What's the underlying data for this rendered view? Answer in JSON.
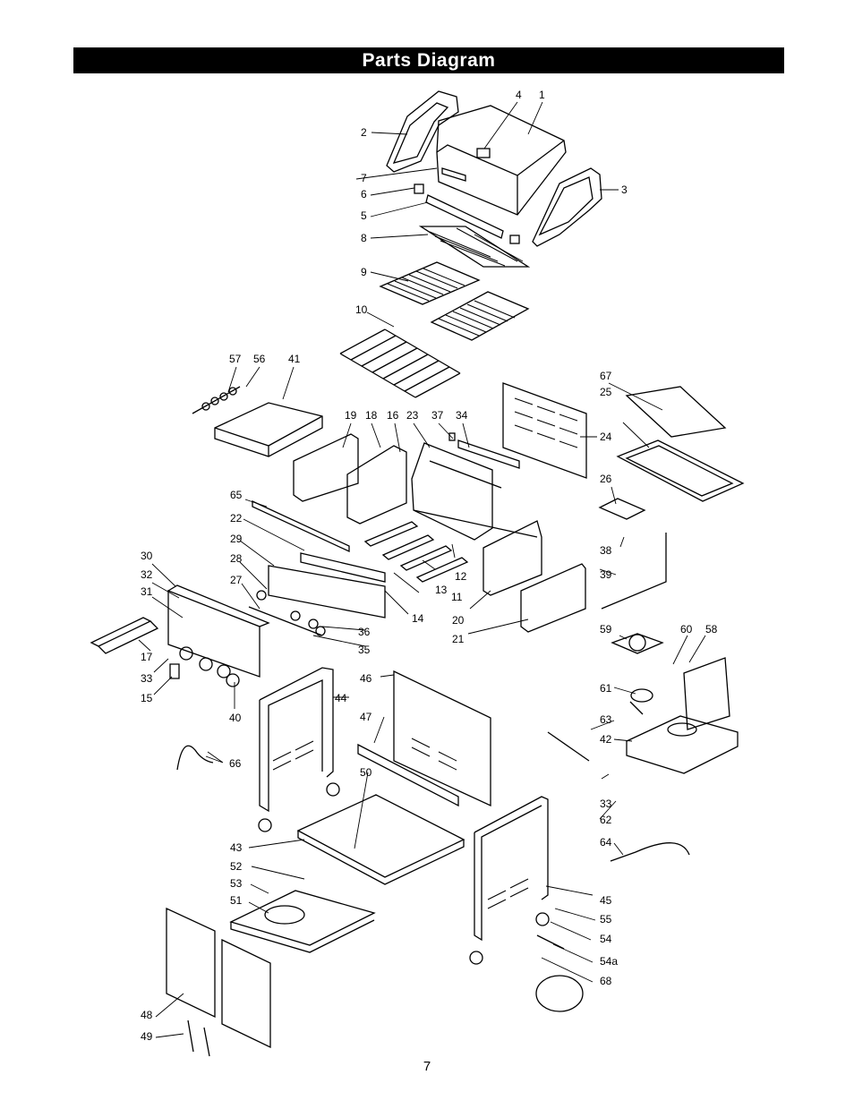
{
  "title": "Parts Diagram",
  "page_number": "7",
  "callouts": [
    "1",
    "2",
    "3",
    "4",
    "5",
    "6",
    "7",
    "8",
    "9",
    "10",
    "11",
    "12",
    "13",
    "14",
    "15",
    "16",
    "17",
    "18",
    "19",
    "20",
    "21",
    "22",
    "23",
    "24",
    "25",
    "26",
    "27",
    "28",
    "29",
    "30",
    "31",
    "32",
    "33",
    "33",
    "34",
    "35",
    "36",
    "37",
    "38",
    "39",
    "40",
    "41",
    "42",
    "43",
    "44",
    "45",
    "46",
    "47",
    "48",
    "49",
    "50",
    "51",
    "52",
    "53",
    "54",
    "54a",
    "55",
    "56",
    "57",
    "58",
    "59",
    "60",
    "61",
    "62",
    "63",
    "64",
    "65",
    "66",
    "67",
    "68"
  ]
}
